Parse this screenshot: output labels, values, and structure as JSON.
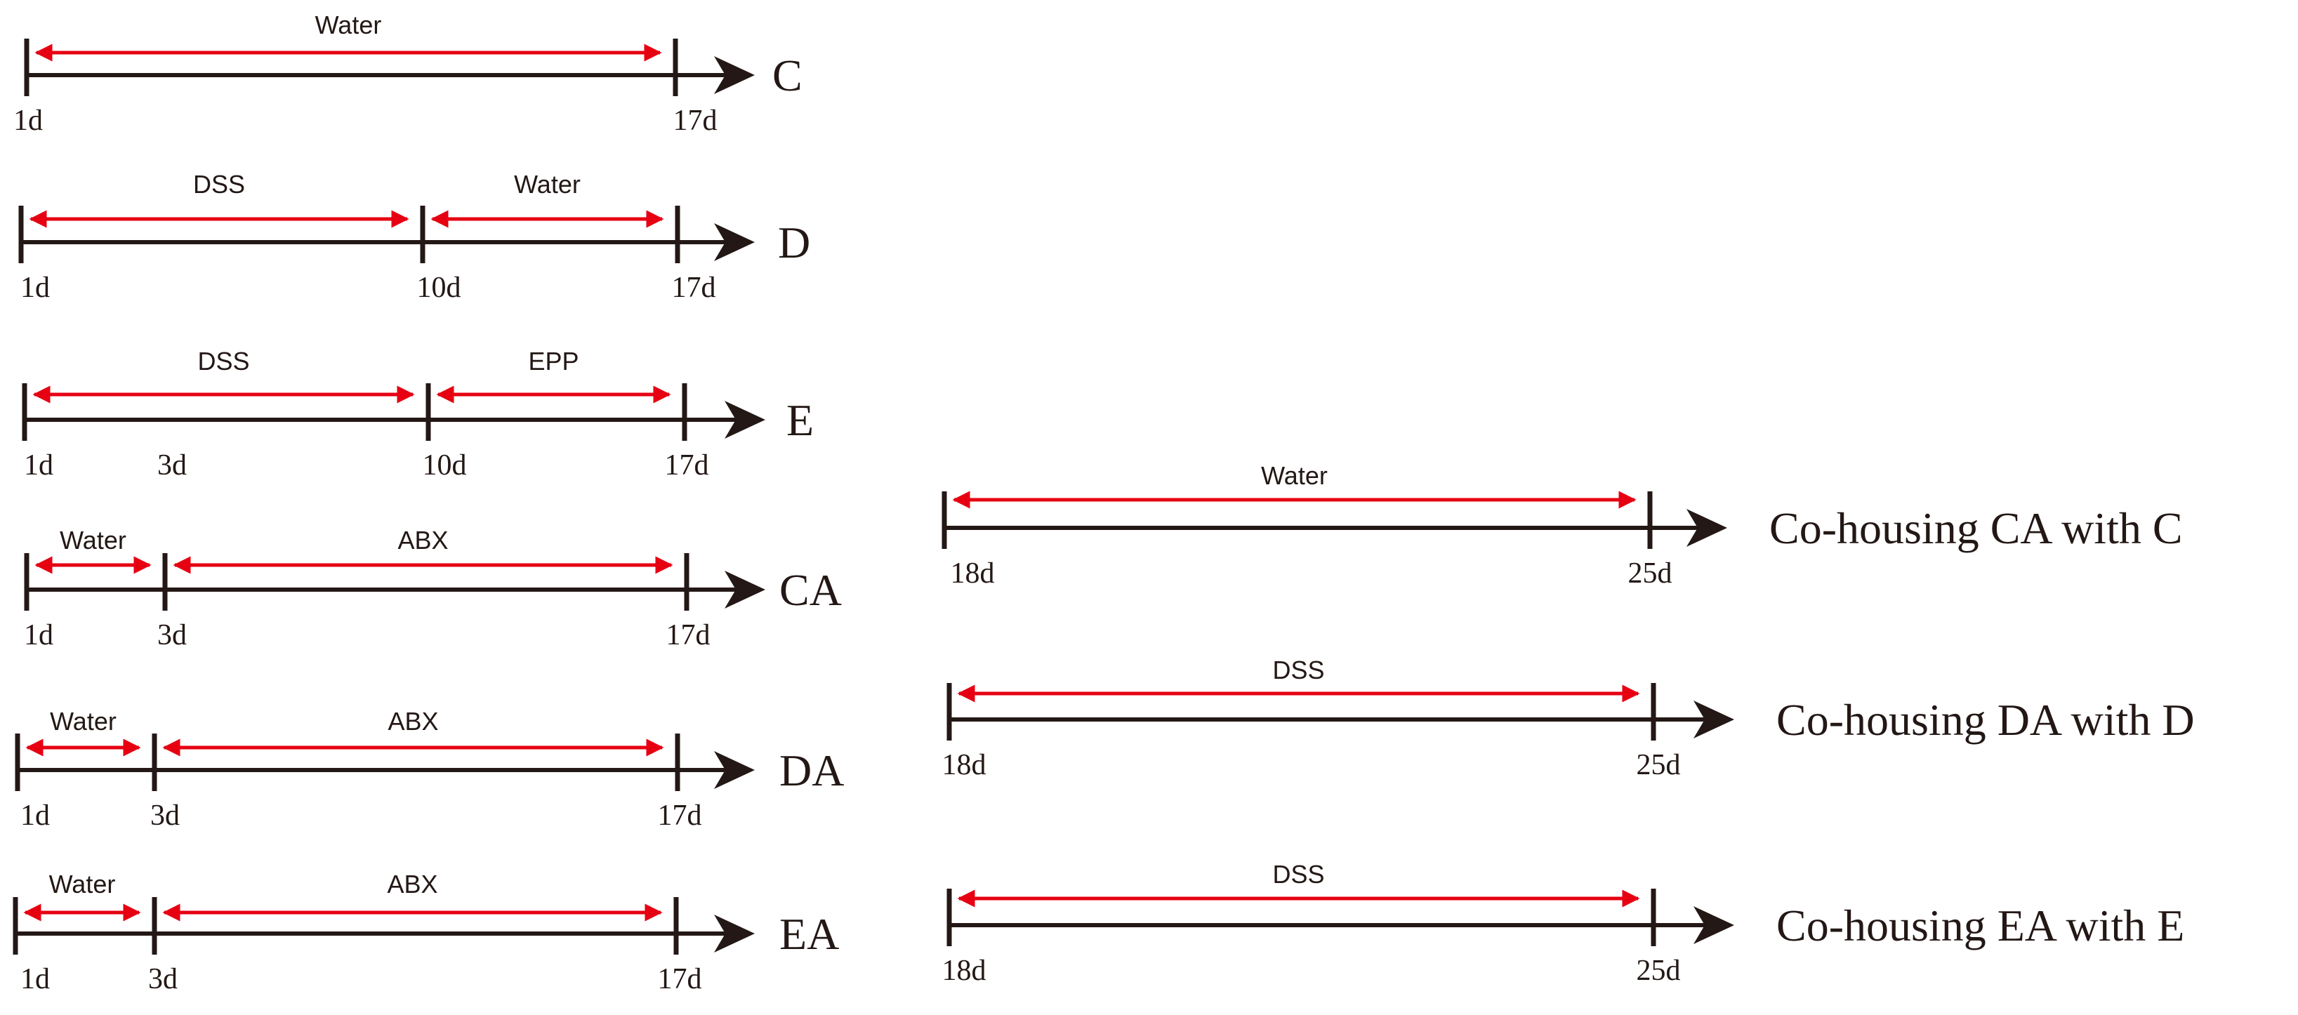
{
  "colors": {
    "axis": "#231815",
    "interval_arrow": "#e60012",
    "background": "#ffffff"
  },
  "timelines": [
    {
      "id": "c",
      "label": "C",
      "ticks": [
        "1d",
        "17d"
      ],
      "segments": [
        {
          "label": "Water",
          "from": "1d",
          "to": "17d"
        }
      ]
    },
    {
      "id": "d",
      "label": "D",
      "ticks": [
        "1d",
        "10d",
        "17d"
      ],
      "segments": [
        {
          "label": "DSS",
          "from": "1d",
          "to": "10d"
        },
        {
          "label": "Water",
          "from": "10d",
          "to": "17d"
        }
      ]
    },
    {
      "id": "e",
      "label": "E",
      "ticks": [
        "1d",
        "3d",
        "10d",
        "17d"
      ],
      "segments": [
        {
          "label": "DSS",
          "from": "1d",
          "to": "10d"
        },
        {
          "label": "EPP",
          "from": "10d",
          "to": "17d"
        }
      ]
    },
    {
      "id": "ca",
      "label": "CA",
      "ticks": [
        "1d",
        "3d",
        "17d"
      ],
      "segments": [
        {
          "label": "Water",
          "from": "1d",
          "to": "3d"
        },
        {
          "label": "ABX",
          "from": "3d",
          "to": "17d"
        }
      ]
    },
    {
      "id": "da",
      "label": "DA",
      "ticks": [
        "1d",
        "3d",
        "17d"
      ],
      "segments": [
        {
          "label": "Water",
          "from": "1d",
          "to": "3d"
        },
        {
          "label": "ABX",
          "from": "3d",
          "to": "17d"
        }
      ]
    },
    {
      "id": "ea",
      "label": "EA",
      "ticks": [
        "1d",
        "3d",
        "17d"
      ],
      "segments": [
        {
          "label": "Water",
          "from": "1d",
          "to": "3d"
        },
        {
          "label": "ABX",
          "from": "3d",
          "to": "17d"
        }
      ]
    },
    {
      "id": "cohousing-ca",
      "label": "Co-housing CA with C",
      "ticks": [
        "18d",
        "25d"
      ],
      "segments": [
        {
          "label": "Water",
          "from": "18d",
          "to": "25d"
        }
      ]
    },
    {
      "id": "cohousing-da",
      "label": "Co-housing DA with D",
      "ticks": [
        "18d",
        "25d"
      ],
      "segments": [
        {
          "label": "DSS",
          "from": "18d",
          "to": "25d"
        }
      ]
    },
    {
      "id": "cohousing-ea",
      "label": "Co-housing EA with E",
      "ticks": [
        "18d",
        "25d"
      ],
      "segments": [
        {
          "label": "DSS",
          "from": "18d",
          "to": "25d"
        }
      ]
    }
  ]
}
